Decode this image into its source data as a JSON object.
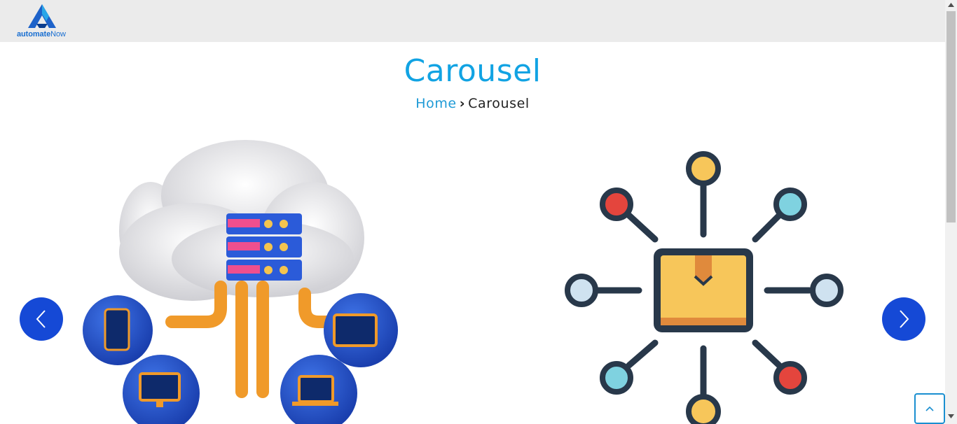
{
  "header": {
    "logo": {
      "brand_bold": "automate",
      "brand_light": "Now",
      "icon": "automatenow-logo-icon"
    }
  },
  "page": {
    "title": "Carousel",
    "breadcrumb": {
      "home": "Home",
      "separator": "›",
      "current": "Carousel"
    }
  },
  "carousel": {
    "slides": [
      {
        "icon": "cloud-network-illustration"
      },
      {
        "icon": "package-network-illustration"
      }
    ],
    "prev_icon": "chevron-left-icon",
    "next_icon": "chevron-right-icon"
  },
  "back_to_top": {
    "icon": "chevron-up-icon"
  },
  "colors": {
    "title": "#11a3e3",
    "nav_button": "#1549d6",
    "header_bg": "#ebebeb"
  }
}
